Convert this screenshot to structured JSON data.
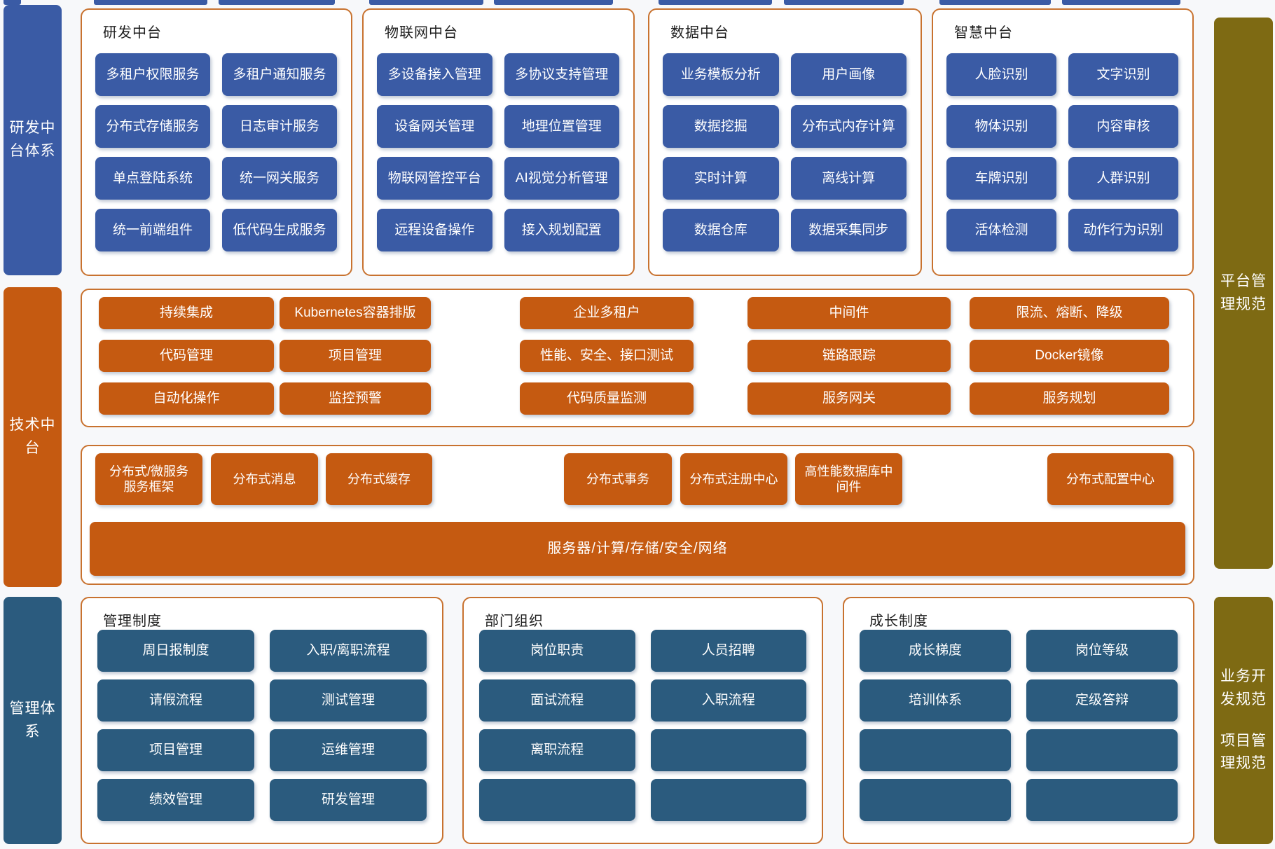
{
  "colors": {
    "primary_blue": "#3a5ba5",
    "steel_navy": "#2b5b7e",
    "orange": "#c55a11",
    "olive": "#7e6a13",
    "box_border": "#c8722f"
  },
  "rails": {
    "left": [
      {
        "label": "研发中台体系"
      },
      {
        "label": "技术中台"
      },
      {
        "label": "管理体系"
      }
    ],
    "right": [
      {
        "label": "平台管理规范"
      },
      {
        "label": "业务开发规范"
      },
      {
        "label": "项目管理规范"
      }
    ]
  },
  "top_groups": [
    {
      "title": "研发中台",
      "buttons": [
        "多租户权限服务",
        "多租户通知服务",
        "分布式存储服务",
        "日志审计服务",
        "单点登陆系统",
        "统一网关服务",
        "统一前端组件",
        "低代码生成服务"
      ]
    },
    {
      "title": "物联网中台",
      "buttons": [
        "多设备接入管理",
        "多协议支持管理",
        "设备网关管理",
        "地理位置管理",
        "物联网管控平台",
        "AI视觉分析管理",
        "远程设备操作",
        "接入规划配置"
      ]
    },
    {
      "title": "数据中台",
      "buttons": [
        "业务模板分析",
        "用户画像",
        "数据挖掘",
        "分布式内存计算",
        "实时计算",
        "离线计算",
        "数据仓库",
        "数据采集同步"
      ]
    },
    {
      "title": "智慧中台",
      "buttons": [
        "人脸识别",
        "文字识别",
        "物体识别",
        "内容审核",
        "车牌识别",
        "人群识别",
        "活体检测",
        "动作行为识别"
      ]
    }
  ],
  "tech": {
    "box_a": [
      "持续集成",
      "Kubernetes容器排版",
      "企业多租户",
      "中间件",
      "限流、熔断、降级",
      "代码管理",
      "项目管理",
      "性能、安全、接口测试",
      "链路跟踪",
      "Docker镜像",
      "自动化操作",
      "监控预警",
      "代码质量监测",
      "服务网关",
      "服务规划"
    ],
    "box_b": [
      "分布式/微服务服务框架",
      "分布式消息",
      "分布式缓存",
      "分布式事务",
      "分布式注册中心",
      "高性能数据库中间件",
      "分布式配置中心"
    ],
    "infra_bar": "服务器/计算/存储/安全/网络"
  },
  "bottom_groups": [
    {
      "title": "管理制度",
      "buttons": [
        "周日报制度",
        "入职/离职流程",
        "请假流程",
        "测试管理",
        "项目管理",
        "运维管理",
        "绩效管理",
        "研发管理"
      ]
    },
    {
      "title": "部门组织",
      "buttons": [
        "岗位职责",
        "人员招聘",
        "面试流程",
        "入职流程",
        "离职流程",
        "",
        "",
        ""
      ]
    },
    {
      "title": "成长制度",
      "buttons": [
        "成长梯度",
        "岗位等级",
        "培训体系",
        "定级答辩",
        "",
        "",
        "",
        ""
      ]
    }
  ]
}
